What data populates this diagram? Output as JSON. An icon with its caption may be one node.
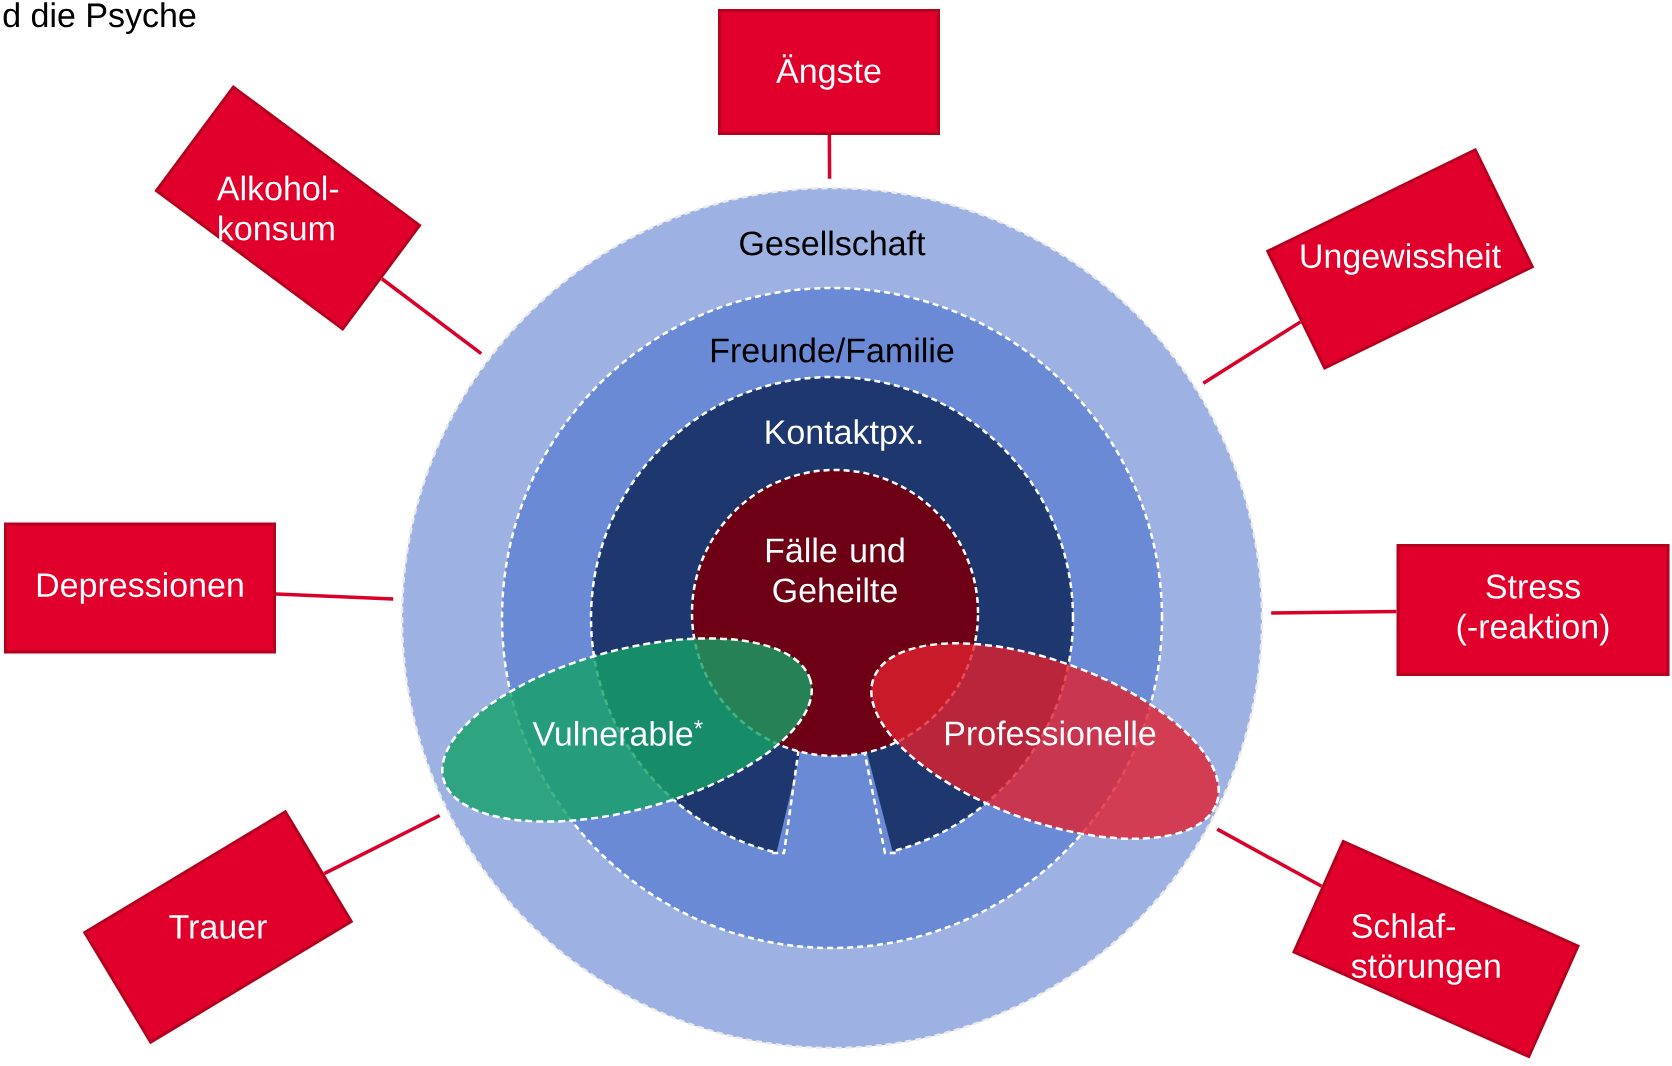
{
  "diagram": {
    "title": "d die Psyche",
    "nodes": [
      {
        "text": [
          "Gesellschaft"
        ]
      },
      {
        "text": [
          "Freunde/Familie"
        ],
        "in": 0
      },
      {
        "text": [
          "Kontaktpx."
        ],
        "in": 1
      },
      {
        "text": [
          "Fälle und Geheilte"
        ],
        "in": 2
      },
      {
        "text": [
          "Vulnerable$^{*}$"
        ],
        "in": 0
      },
      {
        "text": [
          "Professionelle"
        ],
        "in": 0
      },
      {
        "text": [
          "Ängste"
        ]
      },
      {
        "text": [
          "Alkohol- konsum"
        ]
      },
      {
        "text": [
          "Ungewissheit"
        ]
      },
      {
        "text": [
          "Depressionen"
        ]
      },
      {
        "text": [
          "Stress (-reaktion)"
        ]
      },
      {
        "text": [
          "Trauer"
        ]
      },
      {
        "text": [
          "Schlaf- störungen"
        ]
      }
    ],
    "edges": [
      {
        "from": 6,
        "to": 0,
        "arrow": "none"
      },
      {
        "from": 7,
        "to": 0,
        "arrow": "none"
      },
      {
        "from": 8,
        "to": 0,
        "arrow": "none"
      },
      {
        "from": 9,
        "to": 0,
        "arrow": "none"
      },
      {
        "from": 10,
        "to": 0,
        "arrow": "none"
      },
      {
        "from": 11,
        "to": 0,
        "arrow": "none"
      },
      {
        "from": 12,
        "to": 0,
        "arrow": "none"
      }
    ]
  }
}
